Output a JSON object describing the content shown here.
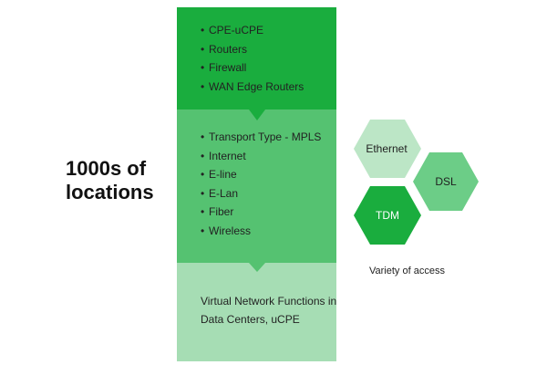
{
  "headline": {
    "line1": "1000s of",
    "line2": "locations"
  },
  "stack": {
    "colors": {
      "top": "#1aad3e",
      "middle": "#55c271",
      "bottom": "#a6ddb4"
    },
    "top_items": [
      "CPE-uCPE",
      "Routers",
      "Firewall",
      "WAN Edge Routers"
    ],
    "middle_items": [
      "Transport Type - MPLS",
      "Internet",
      "E-line",
      "E-Lan",
      "Fiber",
      "Wireless"
    ],
    "bottom_text": "Virtual Network Functions in Data Centers, uCPE"
  },
  "access": {
    "hexagons": [
      {
        "label": "Ethernet",
        "color": "#bce6c6"
      },
      {
        "label": "DSL",
        "color": "#6ccd87"
      },
      {
        "label": "TDM",
        "color": "#1aad3e"
      }
    ],
    "caption": "Variety of access"
  }
}
